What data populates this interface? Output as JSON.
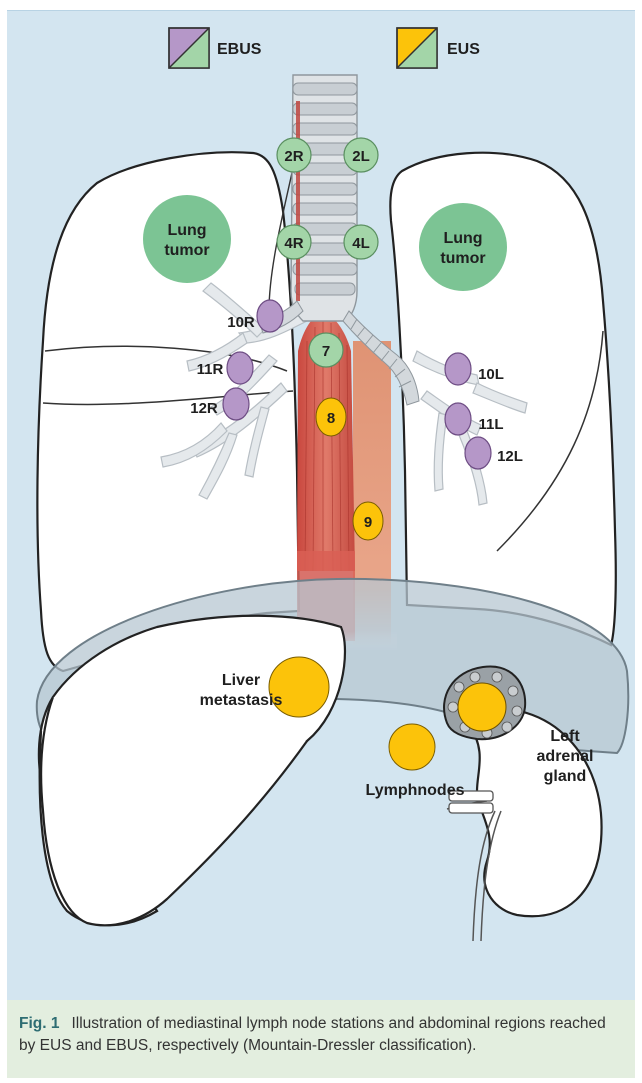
{
  "legend": {
    "ebus_label": "EBUS",
    "eus_label": "EUS"
  },
  "colors": {
    "ebus": "#b597c8",
    "eus": "#fcc30a",
    "station_green": "#a3d5a8",
    "tumor_green": "#7cc494",
    "background": "#d3e5f0",
    "caption_bg": "#e3eedf",
    "caption_label": "#2e6d73"
  },
  "stations": {
    "s2R": "2R",
    "s2L": "2L",
    "s4R": "4R",
    "s4L": "4L",
    "s7": "7",
    "s8": "8",
    "s9": "9",
    "s10R": "10R",
    "s11R": "11R",
    "s12R": "12R",
    "s10L": "10L",
    "s11L": "11L",
    "s12L": "12L"
  },
  "labels": {
    "lung_tumor_left_line1": "Lung",
    "lung_tumor_left_line2": "tumor",
    "lung_tumor_right_line1": "Lung",
    "lung_tumor_right_line2": "tumor",
    "liver_metastasis_line1": "Liver",
    "liver_metastasis_line2": "metastasis",
    "lymphnodes": "Lymphnodes",
    "adrenal_line1": "Left",
    "adrenal_line2": "adrenal",
    "adrenal_line3": "gland"
  },
  "caption": {
    "label": "Fig. 1",
    "text": "Illustration of mediastinal lymph node stations and abdominal regions reached by EUS and EBUS, respectively (Mountain-Dressler classification)."
  }
}
